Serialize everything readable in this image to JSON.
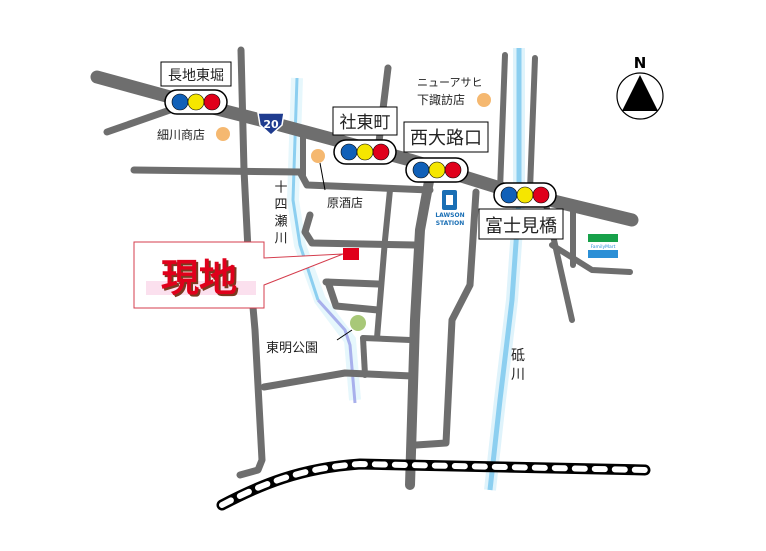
{
  "compass": {
    "label": "N"
  },
  "route_shield": {
    "label": "20",
    "color": "#1f3c8f"
  },
  "intersections": [
    {
      "name": "長地東堀"
    },
    {
      "name": "社東町"
    },
    {
      "name": "西大路口"
    },
    {
      "name": "富士見橋"
    }
  ],
  "signal_colors": [
    "#1060b8",
    "#f5e600",
    "#e0001b"
  ],
  "shops": [
    {
      "name": "細川商店"
    },
    {
      "name_line1": "ニューアサヒ",
      "name_line2": "下諏訪店"
    },
    {
      "name": "原酒店"
    }
  ],
  "park": {
    "name": "東明公園",
    "color": "#a8c878"
  },
  "rivers": [
    {
      "name": "十四瀬川",
      "chars": [
        "十",
        "四",
        "瀬",
        "川"
      ]
    },
    {
      "name": "砥川",
      "chars": [
        "砥",
        "川"
      ]
    }
  ],
  "site": {
    "label": "現地",
    "color": "#e0001b"
  },
  "stores": [
    {
      "name": "LAWSON STATION",
      "line1": "LAWSON",
      "line2": "STATION",
      "color": "#1a6fb5"
    },
    {
      "name": "FamilyMart",
      "color_top": "#17a14a",
      "color_bottom": "#2b8fd6"
    }
  ],
  "colors": {
    "road": "#6e6e6e",
    "river": "#8ccff0"
  }
}
